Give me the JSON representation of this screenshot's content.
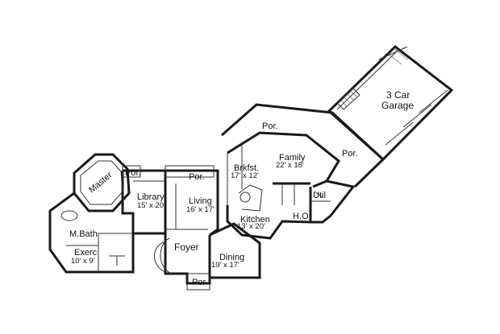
{
  "rooms": [
    {
      "id": "master",
      "name": "Master",
      "dims": ""
    },
    {
      "id": "library",
      "name": "Library",
      "dims": "15' x 20'"
    },
    {
      "id": "living",
      "name": "Living",
      "dims": "16' x 17'"
    },
    {
      "id": "brkfst",
      "name": "Brkfst.",
      "dims": "17' x 12'"
    },
    {
      "id": "family",
      "name": "Family",
      "dims": "22' x 18'"
    },
    {
      "id": "garage",
      "name": "3 Car",
      "name2": "Garage",
      "dims": ""
    },
    {
      "id": "kitchen",
      "name": "Kitchen",
      "dims": "13' x 20'"
    },
    {
      "id": "ho",
      "name": "H.O.",
      "dims": ""
    },
    {
      "id": "util",
      "name": "Util",
      "dims": ""
    },
    {
      "id": "mbath",
      "name": "M.Bath",
      "dims": ""
    },
    {
      "id": "exerc",
      "name": "Exerc",
      "dims": "10' x 9'"
    },
    {
      "id": "foyer",
      "name": "Foyer",
      "dims": ""
    },
    {
      "id": "dining",
      "name": "Dining",
      "dims": "19' x 17'"
    }
  ],
  "porches": {
    "por_top": "Por.",
    "por_right": "Por.",
    "por_library": "Por.",
    "por_living": "Por.",
    "por_entry": "Por"
  }
}
